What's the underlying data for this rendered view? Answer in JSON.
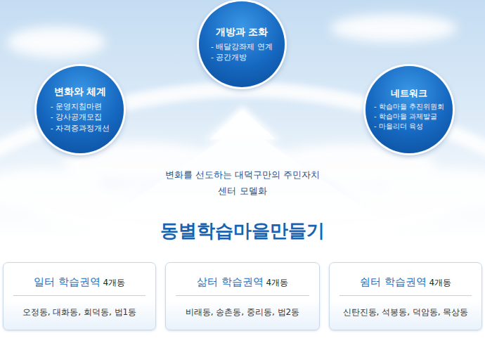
{
  "diagram": {
    "title": "동별학습마을만들기",
    "nodes": [
      {
        "text": [
          "개방과 조화",
          "- 배달강좌제 연계",
          "- 공간개방"
        ]
      },
      {
        "text": [
          "변화와 체계",
          "- 운영지침마련",
          "- 강사공개모집",
          "- 자격증과정개선"
        ]
      },
      {
        "text": [
          "네트워크",
          "- 학습마을 추진위원회",
          "- 학습마을 과제발굴",
          "- 마을리더 육성"
        ]
      },
      {
        "text": [
          "일터 학습권역",
          "4개동",
          "오정동, 대화동, 회덕동, 법1동"
        ]
      },
      {
        "text": [
          "삶터 학습권역",
          "4개동",
          "비래동, 송촌동, 중리동, 법2동"
        ]
      },
      {
        "text": [
          "쉼터 학습권역",
          "4개동",
          "신탄진동, 석봉동, 덕암동, 목상동"
        ]
      }
    ],
    "labels": [
      "변화를 선도하는 대덕구만의 주민자치센터 모델화"
    ]
  }
}
